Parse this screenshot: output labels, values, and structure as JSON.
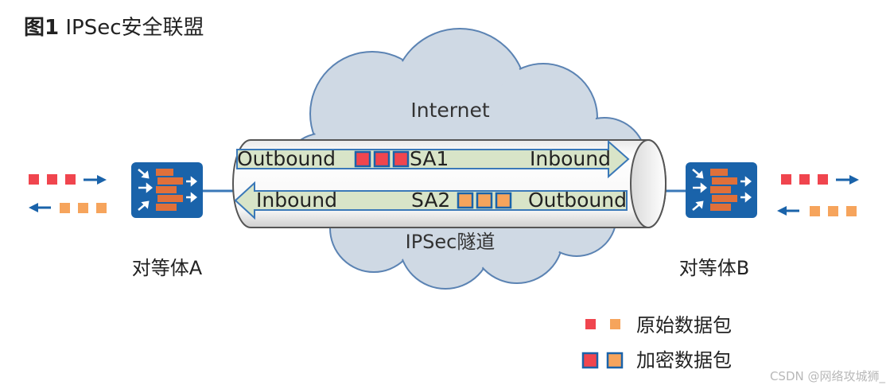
{
  "title": {
    "fig": "图1",
    "text": "IPSec安全联盟"
  },
  "cloud_label": "Internet",
  "tunnel_label": "IPSec隧道",
  "peer_a": "对等体A",
  "peer_b": "对等体B",
  "sa1": {
    "left": "Outbound",
    "name": "SA1",
    "right": "Inbound"
  },
  "sa2": {
    "left": "Inbound",
    "name": "SA2",
    "right": "Outbound"
  },
  "legend": {
    "original": "原始数据包",
    "encrypted": "加密数据包"
  },
  "watermark": "CSDN @网络攻城狮_",
  "colors": {
    "red": "#f0454e",
    "orange": "#f6a45c",
    "blue": "#1a63aa",
    "cloud": "#cfd9e4",
    "tunnel_arrow": "#d8e4c8",
    "firewall": "#e0703a"
  }
}
